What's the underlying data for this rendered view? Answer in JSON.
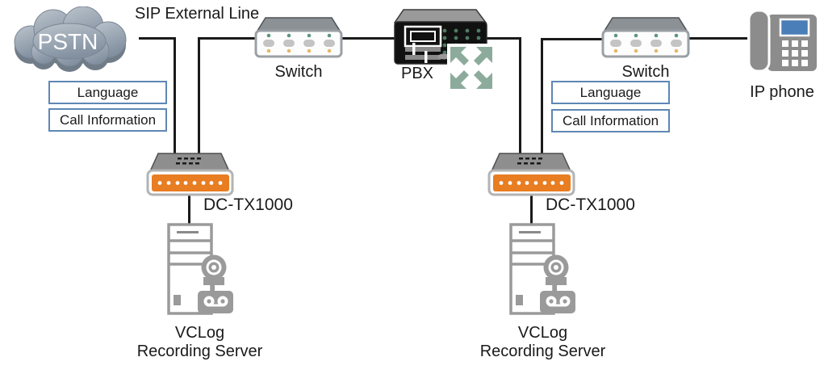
{
  "diagram": {
    "connection_label": "SIP External Line",
    "left": {
      "cloud_label": "PSTN",
      "switch_label": "Switch",
      "language_label": "Language",
      "call_information_label": "Call Information",
      "device_label": "DC-TX1000",
      "server_label_line1": "VCLog",
      "server_label_line2": "Recording Server"
    },
    "center": {
      "pbx_label": "PBX"
    },
    "right": {
      "switch_label": "Switch",
      "language_label": "Language",
      "call_information_label": "Call Information",
      "device_label": "DC-TX1000",
      "phone_label": "IP phone",
      "server_label_line1": "VCLog",
      "server_label_line2": "Recording Server"
    },
    "icons": {
      "cloud": "pstn-cloud-icon",
      "switch": "network-switch-icon",
      "pbx": "pbx-device-icon",
      "expand_arrows": "expand-arrows-icon",
      "recorder": "dc-tx1000-device-icon",
      "server": "tower-server-webcam-tape-icon",
      "phone": "ip-phone-icon"
    },
    "colors": {
      "connector_line": "#1a1a1a",
      "info_box_border": "#5e87b5",
      "device_orange": "#e87d21",
      "expand_arrows_green": "#8cab9c",
      "icon_gray": "#9a9a9a",
      "phone_screen_blue": "#4a7eb8",
      "port_led_green": "#5f9680",
      "port_led_amber": "#e6b86a",
      "cloud_gray_top": "#bcc5cd",
      "cloud_gray_bottom": "#8290a0"
    }
  }
}
